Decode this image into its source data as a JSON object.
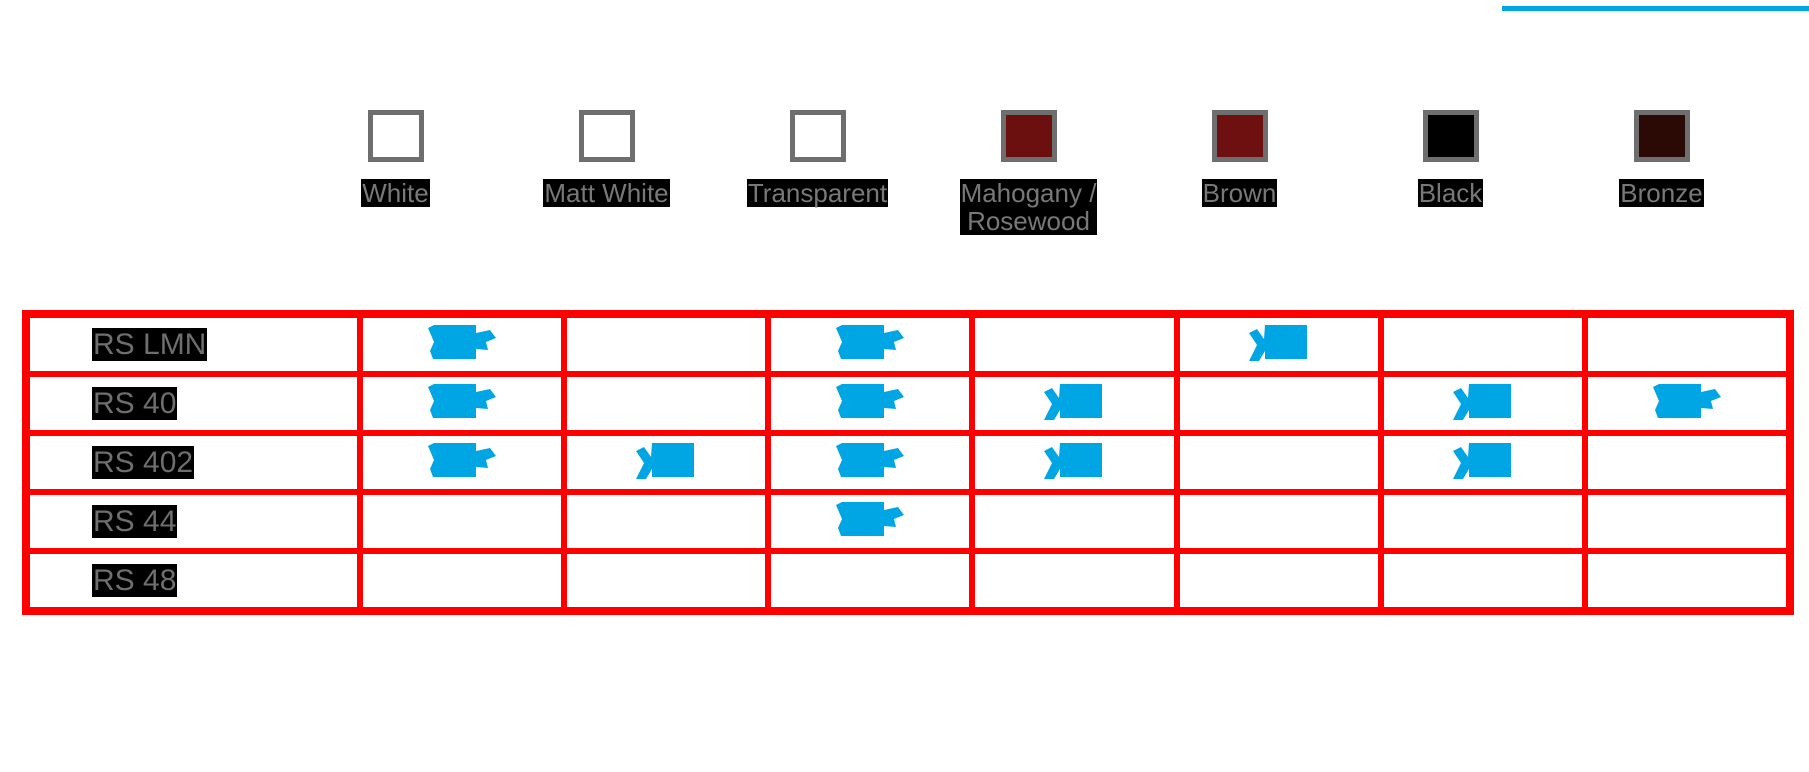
{
  "accent": {
    "top_bar_color": "#00a5e3",
    "grid_color": "#ff0000",
    "mark_color": "#00a5e3",
    "label_text_color": "#6e6e6e",
    "label_highlight_color": "#000000"
  },
  "columns": [
    {
      "label": "White",
      "swatch_color": "#ffffff",
      "swatch_border": "#6e6e6e",
      "icon": "color-swatch-white"
    },
    {
      "label": "Matt White",
      "swatch_color": "#ffffff",
      "swatch_border": "#6e6e6e",
      "icon": "color-swatch-matt-white"
    },
    {
      "label": "Transparent",
      "swatch_color": "#ffffff",
      "swatch_border": "#6e6e6e",
      "icon": "color-swatch-transparent"
    },
    {
      "label": "Mahogany /\nRosewood",
      "swatch_color": "#6b0f0f",
      "swatch_border": "#6e6e6e",
      "icon": "color-swatch-mahogany-rosewood"
    },
    {
      "label": "Brown",
      "swatch_color": "#6e1010",
      "swatch_border": "#6e6e6e",
      "icon": "color-swatch-brown"
    },
    {
      "label": "Black",
      "swatch_color": "#000000",
      "swatch_border": "#6e6e6e",
      "icon": "color-swatch-black"
    },
    {
      "label": "Bronze",
      "swatch_color": "#2b0a05",
      "swatch_border": "#6e6e6e",
      "icon": "color-swatch-bronze"
    }
  ],
  "rows": [
    {
      "label": "RS LMN",
      "marks": [
        "flag",
        "",
        "flag",
        "",
        "check",
        "",
        ""
      ]
    },
    {
      "label": "RS 40",
      "marks": [
        "flag",
        "",
        "flag",
        "check",
        "",
        "check",
        "flag"
      ]
    },
    {
      "label": "RS 402",
      "marks": [
        "flag",
        "check",
        "flag",
        "check",
        "",
        "check",
        ""
      ]
    },
    {
      "label": "RS 44",
      "marks": [
        "",
        "",
        "flag",
        "",
        "",
        "",
        ""
      ]
    },
    {
      "label": "RS 48",
      "marks": [
        "",
        "",
        "",
        "",
        "",
        "",
        ""
      ]
    }
  ]
}
